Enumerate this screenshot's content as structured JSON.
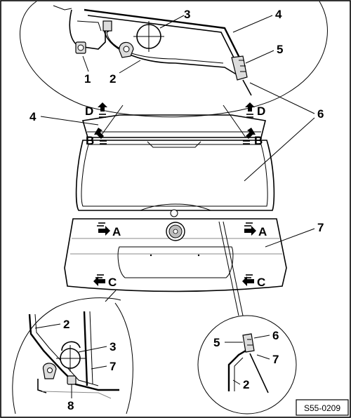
{
  "figure": {
    "code": "S55-0209"
  },
  "labels": {
    "top_detail": [
      "1",
      "2",
      "3",
      "4",
      "5"
    ],
    "main": [
      "4",
      "6",
      "7"
    ],
    "bottom_left_detail": [
      "2",
      "3",
      "7",
      "8"
    ],
    "bottom_right_detail": [
      "5",
      "6",
      "7",
      "2"
    ]
  },
  "arrows": {
    "D_left": "D",
    "D_right": "D",
    "B_left": "B",
    "B_right": "B",
    "A_left": "A",
    "A_right": "A",
    "C_left": "C",
    "C_right": "C"
  }
}
